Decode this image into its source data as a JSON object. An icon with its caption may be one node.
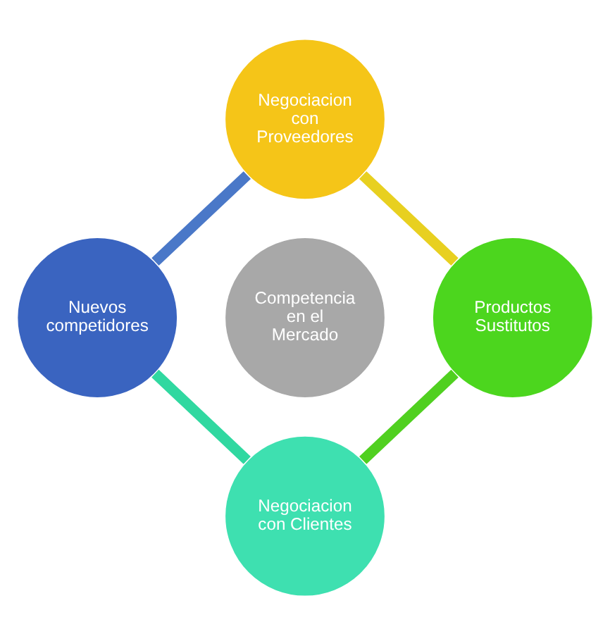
{
  "diagram": {
    "nodes": [
      {
        "text": [
          "Competencia en el Mercado"
        ]
      },
      {
        "text": [
          "Negociacion con Proveedores"
        ]
      },
      {
        "text": [
          "Productos Sustitutos"
        ]
      },
      {
        "text": [
          "Negociacion con Clientes"
        ]
      },
      {
        "text": [
          "Nuevos competidores"
        ]
      }
    ],
    "edges": [
      {
        "from": 1,
        "to": 2,
        "arrow": "none",
        "color": "#e8d020"
      },
      {
        "from": 2,
        "to": 3,
        "arrow": "none",
        "color": "#50d020"
      },
      {
        "from": 3,
        "to": 4,
        "arrow": "none",
        "color": "#30d8a0"
      },
      {
        "from": 4,
        "to": 1,
        "arrow": "none",
        "color": "#4a78c8"
      }
    ]
  }
}
